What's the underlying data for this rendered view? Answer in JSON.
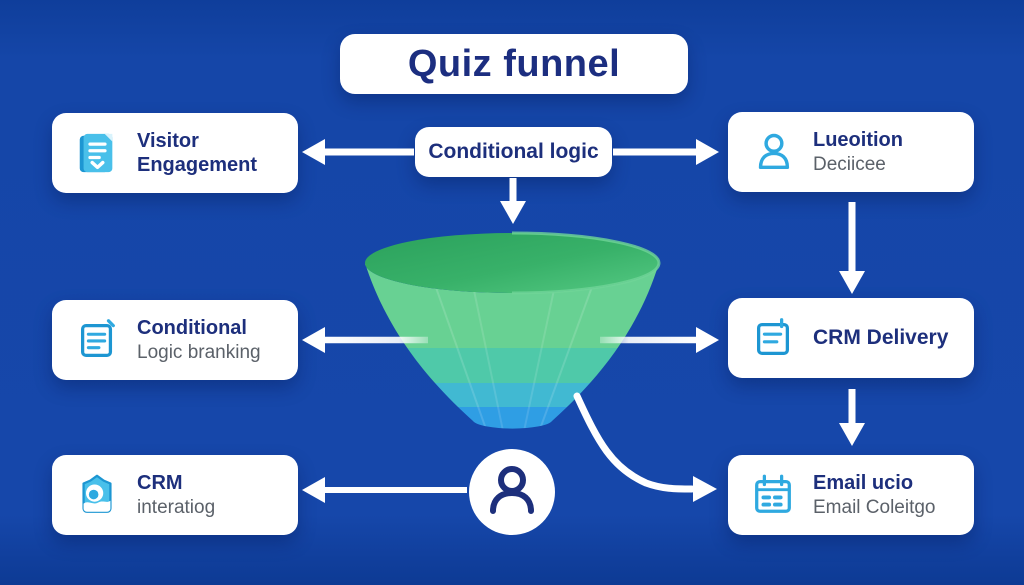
{
  "title": "Quiz funnel",
  "center_label": "Conditional logic",
  "left_boxes": [
    {
      "line1": "Visitor",
      "line2": "Engagement",
      "icon": "clipboard-check-icon"
    },
    {
      "line1": "Conditional",
      "line2": "Logic branking",
      "icon": "note-lines-icon"
    },
    {
      "line1": "CRM",
      "line2": "interatiog",
      "icon": "badge-icon"
    }
  ],
  "right_boxes": [
    {
      "line1": "Lueoition",
      "line2": "Deciicee",
      "icon": "person-icon"
    },
    {
      "line1": "CRM Delivery",
      "icon": "note-pencil-icon"
    },
    {
      "line1": "Email ucio",
      "line2": "Email Coleitgo",
      "icon": "calendar-icon"
    }
  ],
  "center_node_icon": "person-icon",
  "colors": {
    "background": "#1546a8",
    "card": "#ffffff",
    "heading": "#1c2e80",
    "subtext": "#5b6169",
    "icon_blue": "#2fa9e0",
    "funnel_rim_green": "#2ba15c",
    "funnel_light_green": "#68d193",
    "funnel_teal_green": "#4fc9a9",
    "funnel_cyan": "#41b9d2",
    "funnel_blue": "#2f9ee4",
    "arrow": "#ffffff"
  }
}
